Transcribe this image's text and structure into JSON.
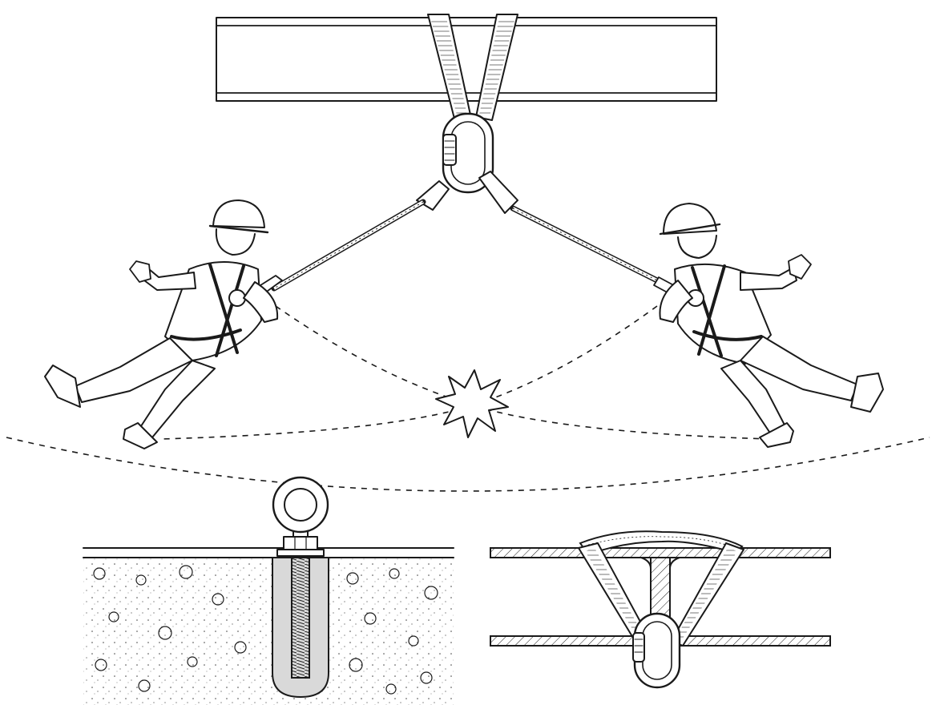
{
  "title": "",
  "colors": {
    "ink": "#1a1a1a",
    "paper": "#ffffff",
    "concrete": "#f1f1f1",
    "sleeve": "#d9d9d9"
  },
  "panels": {
    "main_scene": {
      "elements": [
        "steel-i-beam",
        "webbing-sling",
        "anchor-carabiner",
        "y-lanyard-left",
        "y-lanyard-right",
        "worker-left",
        "worker-right",
        "swing-fall-arc-left",
        "swing-fall-arc-right",
        "collision-burst"
      ]
    },
    "concrete_anchor_detail": {
      "elements": [
        "eye-bolt",
        "hex-nut",
        "washer",
        "threaded-rod",
        "resin-sleeve",
        "concrete-slab"
      ]
    },
    "beam_sling_detail": {
      "elements": [
        "beam-flange-top",
        "beam-flange-bottom",
        "beam-web",
        "sling-wrap",
        "detail-carabiner"
      ]
    }
  }
}
